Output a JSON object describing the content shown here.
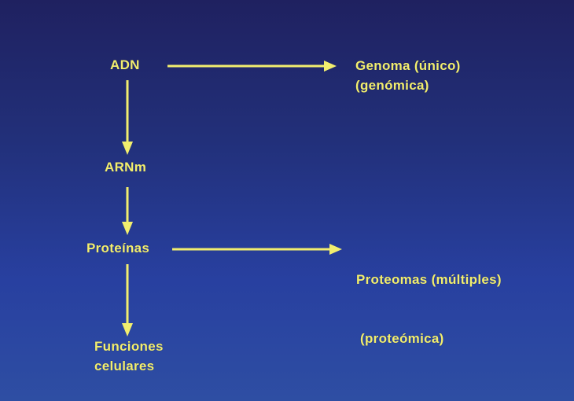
{
  "diagram": {
    "colors": {
      "text": "#f2ee6e",
      "arrow": "#f2ee6e",
      "background_top": "#1f2160",
      "background_bottom": "#2e4ea3"
    },
    "nodes": {
      "adn": {
        "lines": [
          "ADN"
        ]
      },
      "genoma": {
        "lines": [
          "Genoma (único)",
          "(genómica)"
        ]
      },
      "arnm": {
        "lines": [
          "ARNm"
        ]
      },
      "proteinas": {
        "lines": [
          "Proteínas"
        ]
      },
      "proteomas": {
        "lines": [
          "Proteomas (múltiples)",
          " (proteómica)"
        ]
      },
      "funciones": {
        "lines": [
          "Funciones",
          "celulares"
        ]
      }
    },
    "edges": [
      {
        "from": "adn",
        "to": "genoma",
        "direction": "right"
      },
      {
        "from": "adn",
        "to": "arnm",
        "direction": "down"
      },
      {
        "from": "arnm",
        "to": "proteinas",
        "direction": "down"
      },
      {
        "from": "proteinas",
        "to": "proteomas",
        "direction": "right"
      },
      {
        "from": "proteinas",
        "to": "funciones",
        "direction": "down"
      }
    ]
  }
}
